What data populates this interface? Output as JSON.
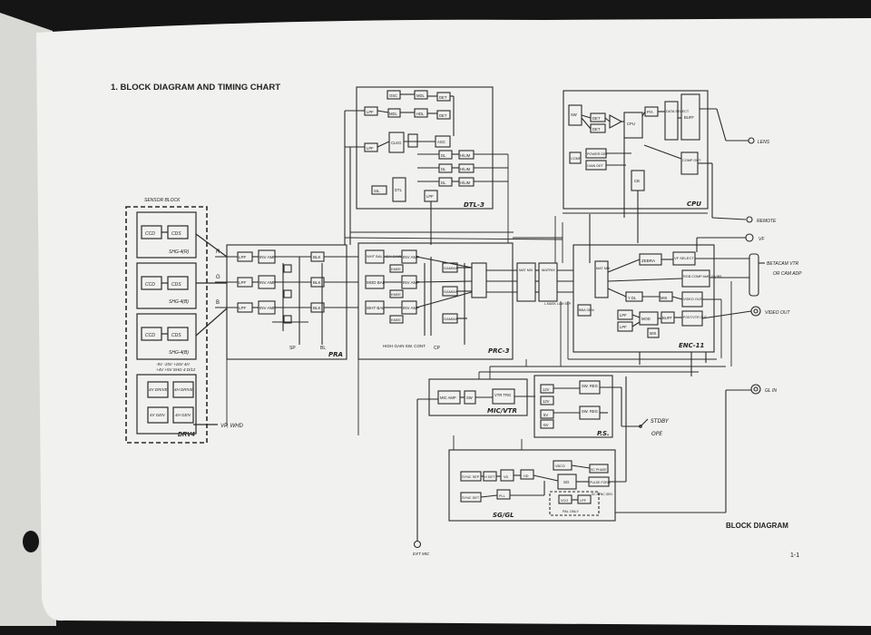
{
  "page": {
    "heading": "1. BLOCK DIAGRAM AND TIMING CHART",
    "caption": "BLOCK DIAGRAM",
    "page_number": "1-1",
    "colors": {
      "paper": "#f1f1ef",
      "ink": "#2a2a2a",
      "background": "#151515"
    }
  },
  "sensor": {
    "title": "SENSOR BLOCK",
    "ccd": "CCD",
    "cds": "CDS",
    "units": [
      "SHG-4(R)",
      "SHG-4(B)",
      "SHG-4(B)"
    ],
    "note1": "-5V -15V +16V 4H",
    "note2": "+4V +5V SHG-4 D/12",
    "drv": [
      "4V DRIVE",
      "4H DRIVE",
      "4V GEN",
      "4H GEN"
    ],
    "drv_label": "DRV4",
    "vp_out": "VP, WHD"
  },
  "pra": {
    "label": "PRA",
    "inputs": [
      "R",
      "G",
      "B"
    ],
    "lpf": "LPF",
    "inv_amp": "INV AMP",
    "blk": "BLK",
    "bottom": [
      "SP",
      "BL"
    ]
  },
  "prc": {
    "label": "PRC-3",
    "blocks": [
      "WHT BAL HGH GAIN",
      "MOD BAL",
      "WHT BAL"
    ],
    "inv_amp": "INV AMP",
    "knee": "KNEE",
    "gamma": "GAMMA",
    "bottom_left": "HIGH GAIN SW. CONT",
    "bottom_right": "CP"
  },
  "dtl": {
    "label": "DTL-3",
    "blocks": [
      "OSC",
      "MDL",
      "DET",
      "LPF",
      "MDL",
      "HDL",
      "DET",
      "DL",
      "CLKG",
      "AGC",
      "DL",
      "H/LIM",
      "DL",
      "H/LIM",
      "LDL",
      "DL",
      "H/LIM",
      "SIL",
      "DTL",
      "LPF"
    ]
  },
  "cpu": {
    "label": "CPU",
    "blocks": [
      "SW",
      "DET",
      "DET",
      "CPU",
      "P/A",
      "DATA SELECT",
      "BUFF",
      "POWER DET",
      "COMP",
      "GAIN DET",
      "COMP OUT",
      "CB"
    ]
  },
  "enc": {
    "label": "ENC-11",
    "mix": "MAT MIX",
    "matrix": "MATRIX",
    "matrix_note": "L.MASK LUM SEP",
    "blocks": [
      "ZEBRA",
      "VF SELECT",
      "RGB COMP AMP Y/V/B5",
      "Y DL",
      "MIX",
      "VIDEO OUT",
      "LPF",
      "MOD",
      "BUFF",
      "LPF",
      "MOD",
      "MIX",
      "POST/VTR OUT",
      "BBA GEN"
    ]
  },
  "mic": {
    "label": "MIC/VTR",
    "blocks": [
      "MIC AMP",
      "SW",
      "VTR TRG"
    ]
  },
  "ps": {
    "label": "P.S.",
    "blocks": [
      "12V",
      "12V",
      "5V",
      "-5V",
      "SW. REG",
      "SW. REG"
    ],
    "switch": "STDBY",
    "switch2": "OPE"
  },
  "sg": {
    "label": "SG/GL",
    "blocks": [
      "SYNC SEP",
      "H DET",
      "SYNC DET",
      "VD",
      "HD",
      "VBCO",
      "SG",
      "PULSE FORM",
      "VCO",
      "LPF",
      "PLL",
      "OSC(COLOR)",
      "PAL ONLY",
      "SC PHASE",
      "SC SYNC GEN"
    ]
  },
  "externals": {
    "lens": "LENS",
    "remote": "REMOTE",
    "vf": "VF",
    "betacam": "BETACAM VTR",
    "betacam2": "OR CAM ADP",
    "video_out": "VIDEO OUT",
    "gl_in": "GL IN",
    "ext_mic": "EXT MIC"
  }
}
